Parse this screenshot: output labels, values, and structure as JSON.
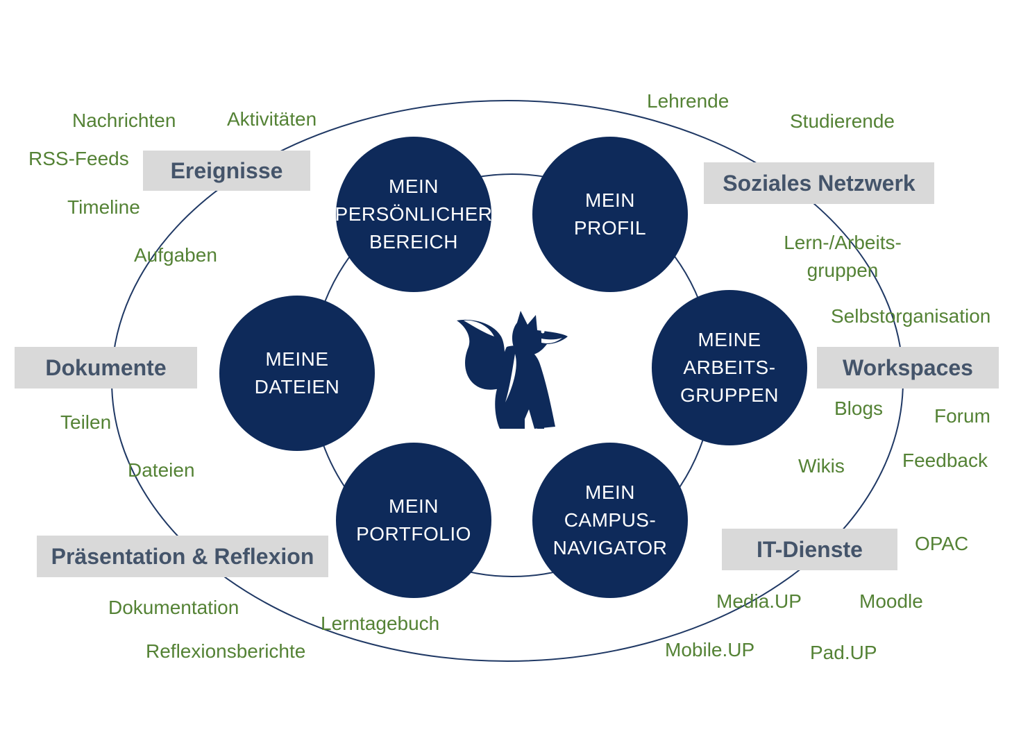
{
  "colors": {
    "node_fill": "#0e2a5a",
    "ring_stroke": "#1f3864",
    "word_green": "#548235",
    "category_bg": "#d9d9d9",
    "category_text": "#44546a"
  },
  "nodes": [
    {
      "id": "persoenlicher-bereich",
      "lines": [
        "MEIN",
        "PERSÖNLICHER",
        "BEREICH"
      ]
    },
    {
      "id": "profil",
      "lines": [
        "MEIN",
        "PROFIL"
      ]
    },
    {
      "id": "arbeitsgruppen",
      "lines": [
        "MEINE",
        "ARBEITS-",
        "GRUPPEN"
      ]
    },
    {
      "id": "campusnavigator",
      "lines": [
        "MEIN",
        "CAMPUS-",
        "NAVIGATOR"
      ]
    },
    {
      "id": "portfolio",
      "lines": [
        "MEIN",
        "PORTFOLIO"
      ]
    },
    {
      "id": "dateien",
      "lines": [
        "MEINE",
        "DATEIEN"
      ]
    }
  ],
  "categories": {
    "ereignisse": "Ereignisse",
    "soziales_netzwerk": "Soziales Netzwerk",
    "dokumente": "Dokumente",
    "workspaces": "Workspaces",
    "praesentation": "Präsentation & Reflexion",
    "it_dienste": "IT-Dienste"
  },
  "words": {
    "nachrichten": "Nachrichten",
    "aktivitaeten": "Aktivitäten",
    "rss_feeds": "RSS-Feeds",
    "timeline": "Timeline",
    "aufgaben": "Aufgaben",
    "lehrende": "Lehrende",
    "studierende": "Studierende",
    "lern_arbeits": "Lern-/Arbeits-",
    "gruppen": "gruppen",
    "selbstorganisation": "Selbstorganisation",
    "teilen": "Teilen",
    "dateien": "Dateien",
    "blogs": "Blogs",
    "forum": "Forum",
    "wikis": "Wikis",
    "feedback": "Feedback",
    "opac": "OPAC",
    "dokumentation": "Dokumentation",
    "lerntagebuch": "Lerntagebuch",
    "reflexionsberichte": "Reflexionsberichte",
    "media_up": "Media.UP",
    "moodle": "Moodle",
    "mobile_up": "Mobile.UP",
    "pad_up": "Pad.UP"
  },
  "mascot_icon": "fox-icon"
}
